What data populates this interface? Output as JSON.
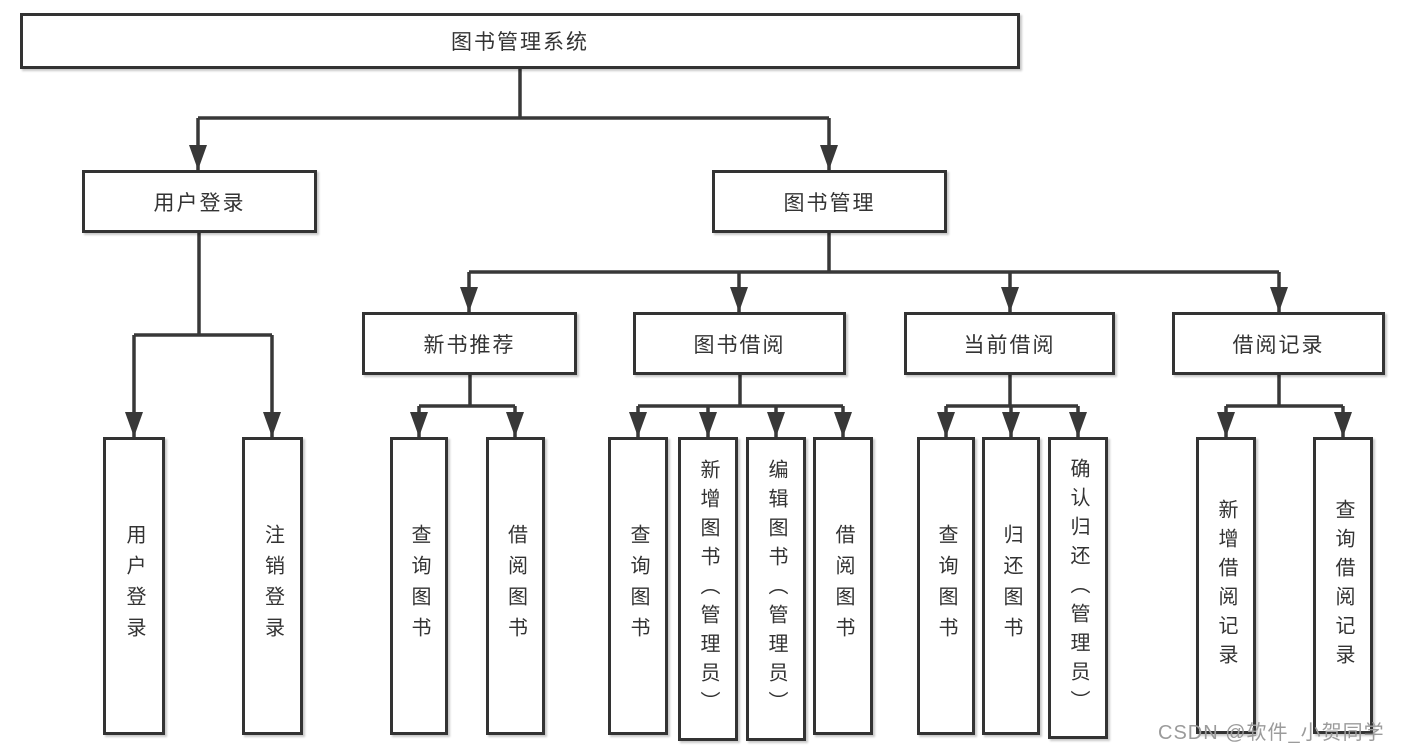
{
  "nodes": {
    "root": "图书管理系统",
    "user_login": "用户登录",
    "book_management": "图书管理",
    "new_book_recommend": "新书推荐",
    "book_borrowing": "图书借阅",
    "current_borrowing": "当前借阅",
    "borrowing_records": "借阅记录",
    "leaf_user_login": "用户登录",
    "leaf_logout": "注销登录",
    "leaf_recommend_query_books": "查询图书",
    "leaf_recommend_borrow_books": "借阅图书",
    "leaf_borrowing_query_books": "查询图书",
    "leaf_borrowing_add_books": "新增图书（管理员）",
    "leaf_borrowing_edit_books": "编辑图书（管理员）",
    "leaf_borrowing_borrow_books": "借阅图书",
    "leaf_current_query_books": "查询图书",
    "leaf_current_return_books": "归还图书",
    "leaf_current_confirm_return": "确认归还（管理员）",
    "leaf_records_add_record": "新增借阅记录",
    "leaf_records_query_record": "查询借阅记录"
  },
  "watermark": "CSDN @软件_小贺同学",
  "colors": {
    "background": "#ffffff",
    "line": "#383838",
    "box_border": "#333333",
    "box_fill": "#ffffff",
    "text": "#333333",
    "watermark": "#9b9b9b"
  }
}
